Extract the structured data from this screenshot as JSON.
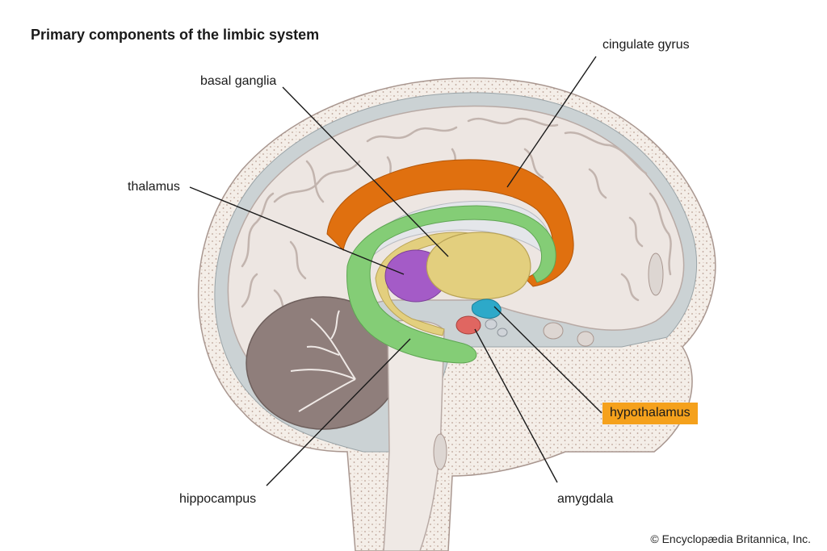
{
  "title": "Primary components of the limbic system",
  "labels": {
    "cingulate_gyrus": "cingulate gyrus",
    "basal_ganglia": "basal ganglia",
    "thalamus": "thalamus",
    "hypothalamus": "hypothalamus",
    "hippocampus": "hippocampus",
    "amygdala": "amygdala"
  },
  "highlighted_label": "hypothalamus",
  "credit": "© Encyclopædia Britannica, Inc.",
  "colors": {
    "cingulate_gyrus": "#e0700f",
    "basal_ganglia": "#e3cf7e",
    "thalamus": "#a45bc7",
    "hypothalamus": "#2da9c9",
    "hippocampus": "#84cd76",
    "amygdala": "#e06661",
    "highlight": "#f5a11c",
    "cerebrum": "#ede6e2",
    "cerebellum": "#8f7e7b",
    "skull": "#f2ece6"
  }
}
